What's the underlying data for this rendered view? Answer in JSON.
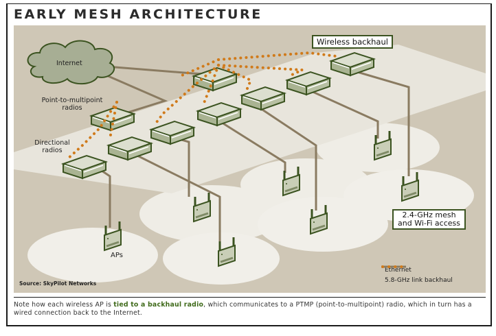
{
  "title": "EARLY MESH ARCHITECTURE",
  "labels": {
    "internet": "Internet",
    "ptmp": "Point-to-multipoint radios",
    "directional": "Directional radios",
    "aps": "APs",
    "wireless_backhaul": "Wireless backhaul",
    "mesh_line1": "2.4-GHz mesh",
    "mesh_line2": "and Wi-Fi access"
  },
  "legend": [
    {
      "name": "Ethernet",
      "style": "solid",
      "color": "#8a7b61"
    },
    {
      "name": "5.8-GHz link backhaul",
      "style": "dotted",
      "color": "#d07a1a"
    }
  ],
  "source": "Source: SkyPilot Networks",
  "caption": {
    "before": "Note how each wireless AP is ",
    "highlight": "tied to a backhaul radio",
    "after": ", which communicates to a PTMP (point-to-multipoint) radio, which in turn has a wired connection back to the Internet."
  },
  "colors": {
    "background": "#cfc7b6",
    "plane": "#e8e5dc",
    "coverage": "#f1efe9",
    "device_fill": "#a9b392",
    "device_outline": "#3b5320",
    "ethernet": "#8a7b61",
    "backhaul": "#d07a1a",
    "cloud": "#a7ae94"
  }
}
